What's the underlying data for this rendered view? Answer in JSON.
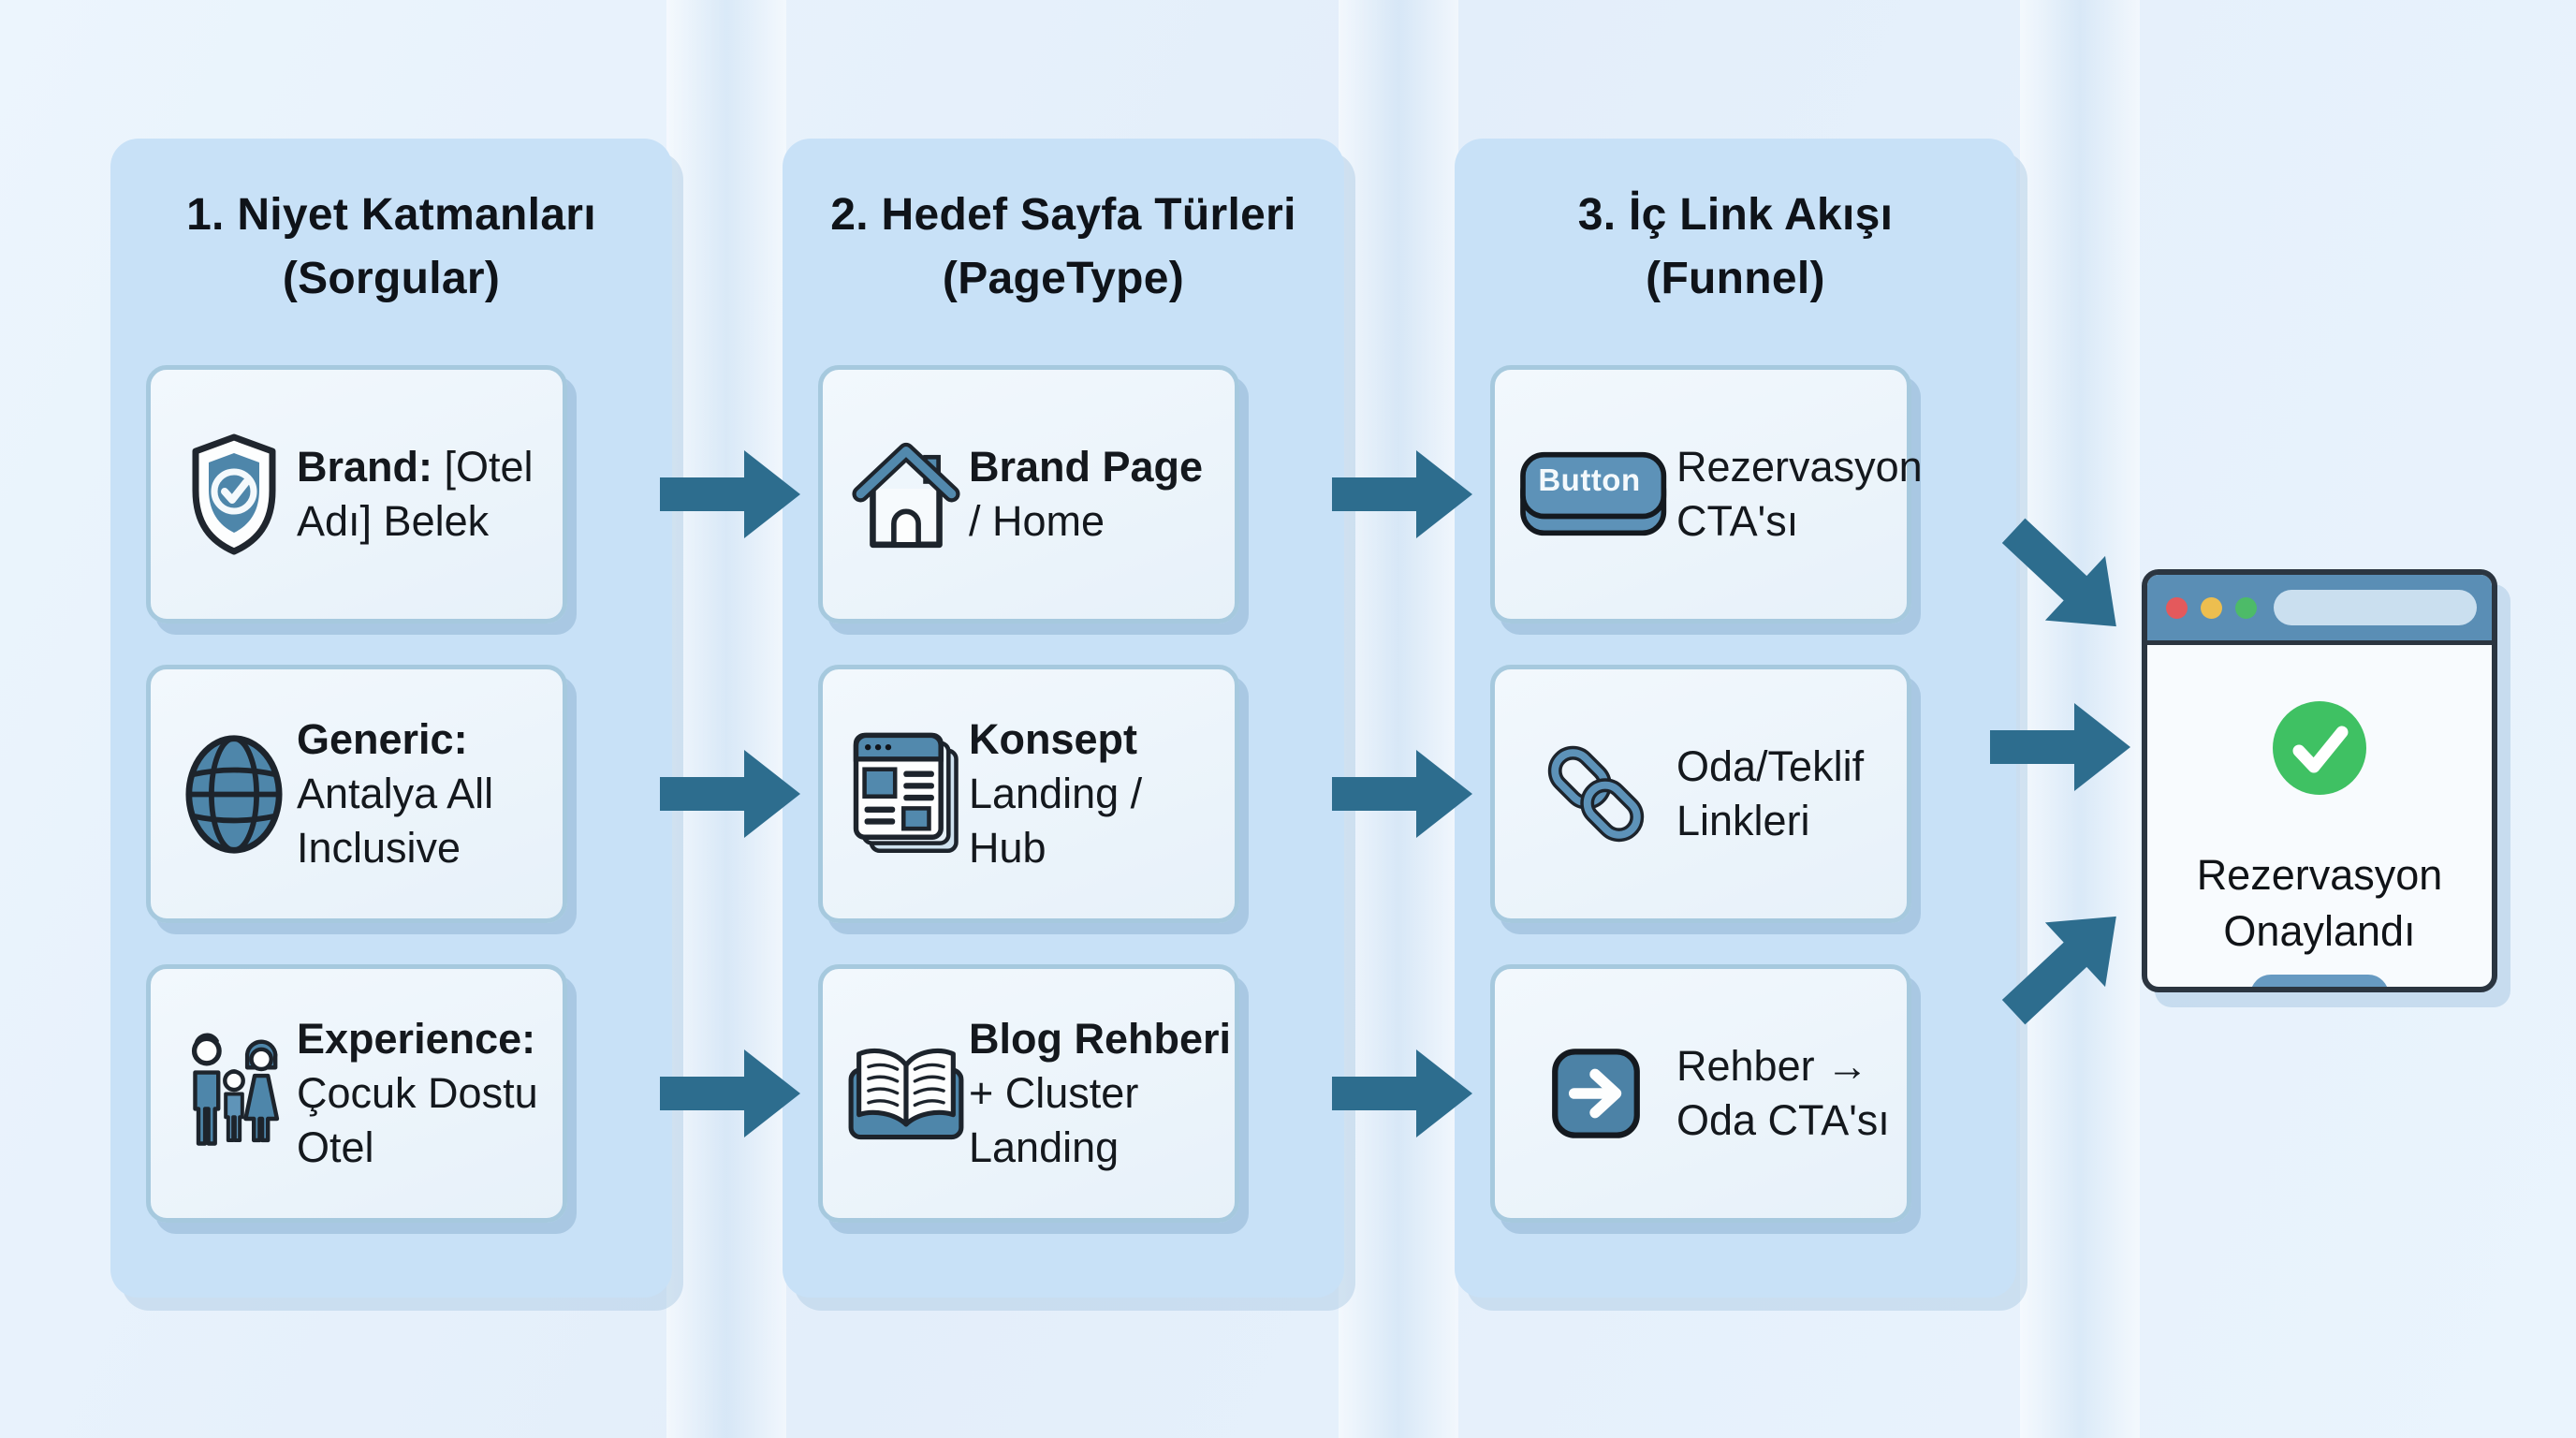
{
  "colors": {
    "background": "#e9f3fb",
    "panel_blue": "#c8e1f7",
    "card_border": "#a6c9de",
    "arrow_teal": "#2d6d8e",
    "icon_steel_blue": "#4e86aa",
    "icon_outline": "#1d242c",
    "browser_bar": "#5a8eb5",
    "success_green": "#3fc163",
    "cta_blue": "#679ac2",
    "dot_red": "#e4595c",
    "dot_yellow": "#edbe4f",
    "dot_green": "#4dbb68"
  },
  "columns": [
    {
      "title_line1": "1. Niyet Katmanları",
      "title_line2": "(Sorgular)",
      "cards": [
        {
          "icon": "shield-check-icon",
          "title": "Brand:",
          "text": "[Otel Adı] Belek"
        },
        {
          "icon": "globe-icon",
          "title": "Generic:",
          "text": "Antalya All Inclusive"
        },
        {
          "icon": "family-icon",
          "title": "Experience:",
          "text": "Çocuk Dostu Otel"
        }
      ]
    },
    {
      "title_line1": "2. Hedef Sayfa Türleri",
      "title_line2": "(PageType)",
      "cards": [
        {
          "icon": "home-icon",
          "title": "Brand Page",
          "text": "/ Home"
        },
        {
          "icon": "webpage-stack-icon",
          "title": "Konsept",
          "text": "Landing / Hub"
        },
        {
          "icon": "open-book-icon",
          "title": "Blog Rehberi",
          "text": "+ Cluster Landing"
        }
      ]
    },
    {
      "title_line1": "3. İç Link Akışı",
      "title_line2": "(Funnel)",
      "cards": [
        {
          "icon": "button-icon",
          "icon_label": "Button",
          "text": "Rezervasyon CTA'sı"
        },
        {
          "icon": "chain-link-icon",
          "text": "Oda/Teklif Linkleri"
        },
        {
          "icon": "arrow-right-square-icon",
          "text": "Rehber → Oda CTA'sı"
        }
      ]
    }
  ],
  "browser": {
    "check_icon": "check-circle-icon",
    "status": "Rezervasyon Onaylandı"
  }
}
